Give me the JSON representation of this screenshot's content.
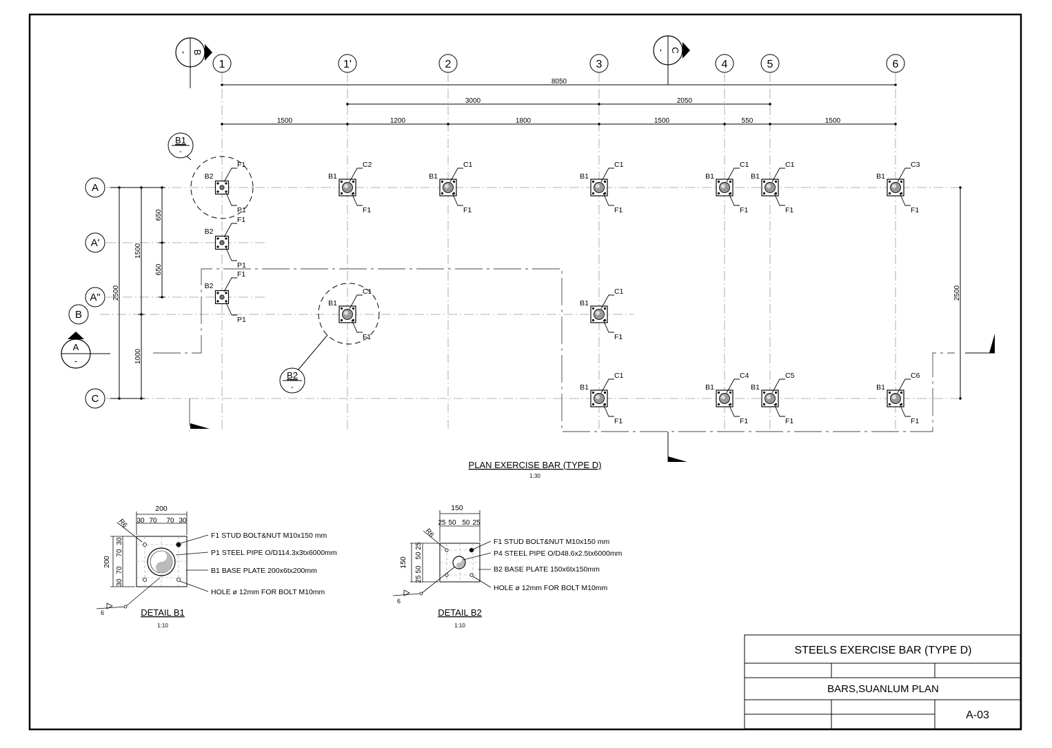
{
  "grid": {
    "columns": [
      "1",
      "1'",
      "2",
      "3",
      "4",
      "5",
      "6"
    ],
    "rows": [
      "A",
      "A'",
      "A\"",
      "B",
      "C"
    ],
    "section_marks": [
      {
        "num": "-",
        "letter": "B"
      },
      {
        "num": "-",
        "letter": "C"
      },
      {
        "num": "A",
        "letter": "-"
      }
    ]
  },
  "dimensions": {
    "top_total": "8050",
    "top_mid": [
      "3000",
      "2050"
    ],
    "top_spans": [
      "1500",
      "1200",
      "1800",
      "1500",
      "550",
      "1500"
    ],
    "left_total": "2500",
    "left_sub": [
      "1500",
      "1000"
    ],
    "left_inner": [
      "650",
      "650"
    ],
    "right_total": "2500"
  },
  "callouts": {
    "b1_ref": {
      "top": "B1",
      "bottom": "-"
    },
    "b2_ref": {
      "top": "B2",
      "bottom": "-"
    }
  },
  "columns_marks": [
    {
      "plate": "B2",
      "top": "F1",
      "bottom": "P1"
    },
    {
      "plate": "B2",
      "top": "F1",
      "bottom": "P1"
    },
    {
      "plate": "B2",
      "top": "F1",
      "bottom": "P1"
    },
    {
      "plate": "B1",
      "top": "C2",
      "bottom": "F1"
    },
    {
      "plate": "B1",
      "top": "C1",
      "bottom": "F1"
    },
    {
      "plate": "B1",
      "top": "C1",
      "bottom": "F1"
    },
    {
      "plate": "B1",
      "top": "C1",
      "bottom": "F1"
    },
    {
      "plate": "B1",
      "top": "C1",
      "bottom": "F1"
    },
    {
      "plate": "B1",
      "top": "C3",
      "bottom": "F1"
    },
    {
      "plate": "B1",
      "top": "C1",
      "bottom": "F1"
    },
    {
      "plate": "B1",
      "top": "C1",
      "bottom": "F1"
    },
    {
      "plate": "B1",
      "top": "C1",
      "bottom": "F1"
    },
    {
      "plate": "B1",
      "top": "C4",
      "bottom": "F1"
    },
    {
      "plate": "B1",
      "top": "C5",
      "bottom": "F1"
    },
    {
      "plate": "B1",
      "top": "C6",
      "bottom": "F1"
    }
  ],
  "plan": {
    "title": "PLAN EXERCISE BAR (TYPE D)",
    "scale": "1:30"
  },
  "detail_b1": {
    "title": "DETAIL B1",
    "scale": "1:10",
    "top_total": "200",
    "top_parts": [
      "30",
      "70",
      "70",
      "30"
    ],
    "side_total": "200",
    "side_parts": [
      "30",
      "70",
      "70",
      "30"
    ],
    "radius": "R6",
    "weld": "6",
    "notes": [
      "F1  STUD  BOLT&NUT  M10x150  mm",
      "P1  STEEL  PIPE  O/D114.3x3tx6000mm",
      "B1  BASE  PLATE  200x6tx200mm",
      "HOLE  ø  12mm  FOR  BOLT  M10mm"
    ]
  },
  "detail_b2": {
    "title": "DETAIL B2",
    "scale": "1:10",
    "top_total": "150",
    "top_parts": [
      "25",
      "50",
      "50",
      "25"
    ],
    "side_total": "150",
    "side_parts": [
      "25",
      "50",
      "50",
      "25"
    ],
    "radius": "R6",
    "weld": "6",
    "notes": [
      "F1  STUD  BOLT&NUT  M10x150  mm",
      "P4  STEEL  PIPE  O/D48.6x2.5tx6000mm",
      "B2  BASE  PLATE  150x6tx150mm",
      "HOLE  ø  12mm  FOR  BOLT  M10mm"
    ]
  },
  "title_block": {
    "project": "STEELS  EXERCISE  BAR  (TYPE  D)",
    "drawing": "BARS,SUANLUM  PLAN",
    "sheet_no": "A-03"
  }
}
